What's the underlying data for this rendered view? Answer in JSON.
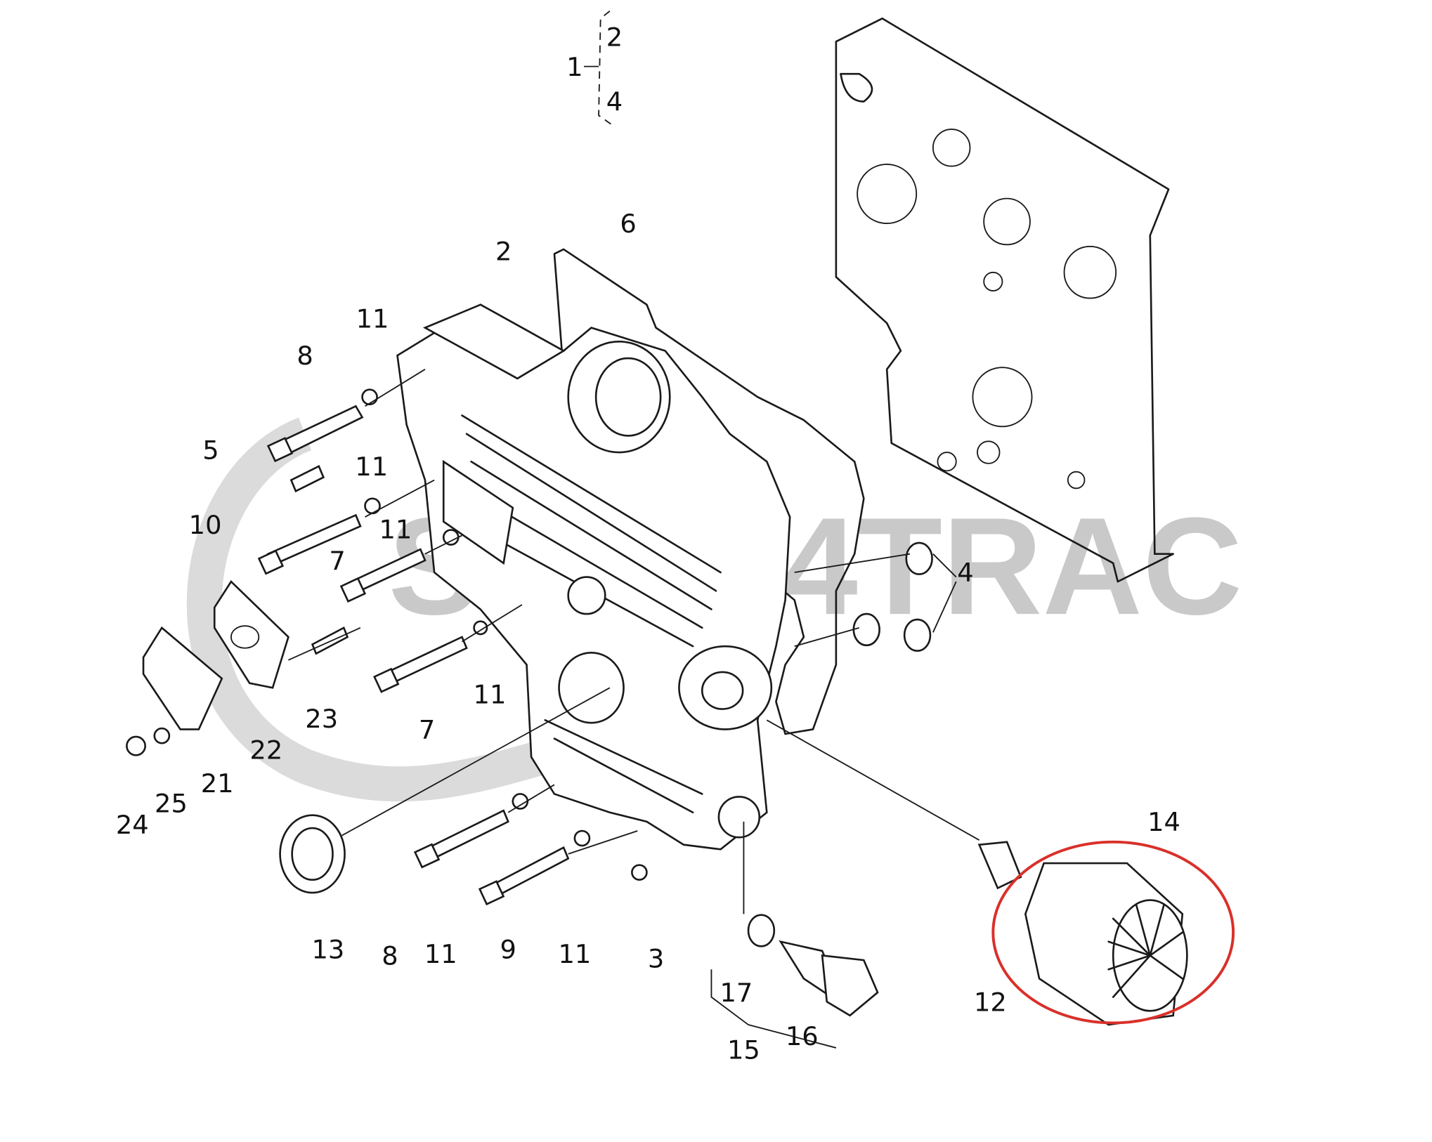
{
  "diagram": {
    "watermark": "SHOP4TRAC",
    "highlight_color": "#d9302a",
    "highlighted_part": "14",
    "labels": [
      "1",
      "2",
      "4",
      "6",
      "2",
      "11",
      "8",
      "5",
      "11",
      "10",
      "11",
      "7",
      "4",
      "23",
      "11",
      "7",
      "22",
      "21",
      "25",
      "24",
      "14",
      "13",
      "8",
      "11",
      "9",
      "11",
      "3",
      "17",
      "12",
      "16",
      "15"
    ]
  }
}
